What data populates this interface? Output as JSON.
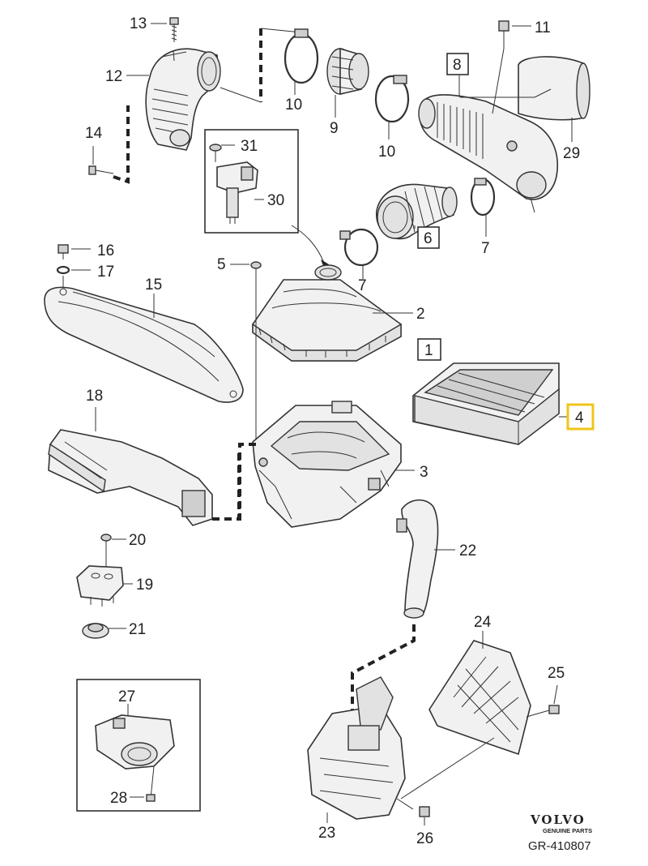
{
  "callouts": {
    "c1": "1",
    "c2": "2",
    "c3": "3",
    "c4": "4",
    "c5": "5",
    "c6": "6",
    "c7a": "7",
    "c7b": "7",
    "c8": "8",
    "c9": "9",
    "c10a": "10",
    "c10b": "10",
    "c11": "11",
    "c12": "12",
    "c13": "13",
    "c14": "14",
    "c15": "15",
    "c16": "16",
    "c17": "17",
    "c18": "18",
    "c19": "19",
    "c20": "20",
    "c21": "21",
    "c22": "22",
    "c23": "23",
    "c24": "24",
    "c25": "25",
    "c26": "26",
    "c27": "27",
    "c28": "28",
    "c29": "29",
    "c30": "30",
    "c31": "31"
  },
  "highlight_color": "#f0c419",
  "brand": {
    "name": "VOLVO",
    "subtitle": "GENUINE PARTS"
  },
  "reference": "GR-410807"
}
